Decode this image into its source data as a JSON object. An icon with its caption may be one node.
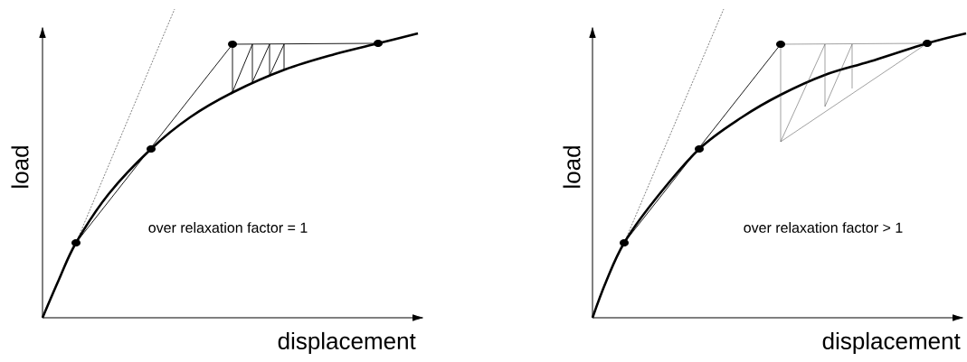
{
  "diagram": {
    "labels": [
      "load",
      "over relaxation factor = 1",
      "displacement",
      "load",
      "over relaxation factor > 1",
      "displacement"
    ]
  }
}
